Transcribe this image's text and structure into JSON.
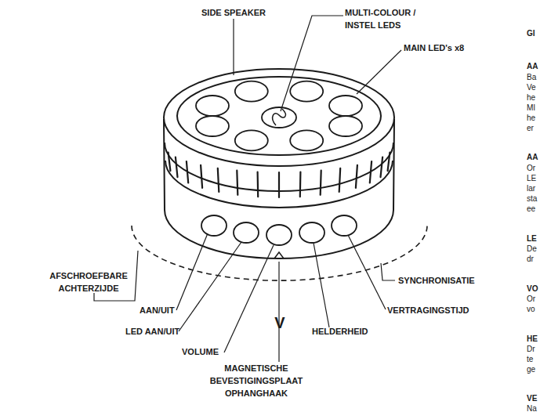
{
  "diagram": {
    "labels": [
      "SIDE SPEAKER",
      "MULTI-COLOUR / INSTEL LEDS",
      "MAIN LED's x8",
      "AFSCHROEFBARE ACHTERZIJDE",
      "SYNCHRONISATIE",
      "AAN/UIT",
      "VERTRAGINGSTIJD",
      "LED AAN/UIT",
      "HELDERHEID",
      "VOLUME",
      "MAGNETISCHE BEVESTIGINGSPLAAT OPHANGHAAK",
      "V",
      "GI",
      "AA",
      "Ba",
      "Ve",
      "he",
      "MI",
      "he",
      "er",
      "AA",
      "Or",
      "LE",
      "lar",
      "sta",
      "ee",
      "LE",
      "De",
      "dr",
      "VO",
      "Or",
      "vo",
      "HE",
      "Dr",
      "te",
      "ge",
      "VE",
      "Na"
    ]
  }
}
